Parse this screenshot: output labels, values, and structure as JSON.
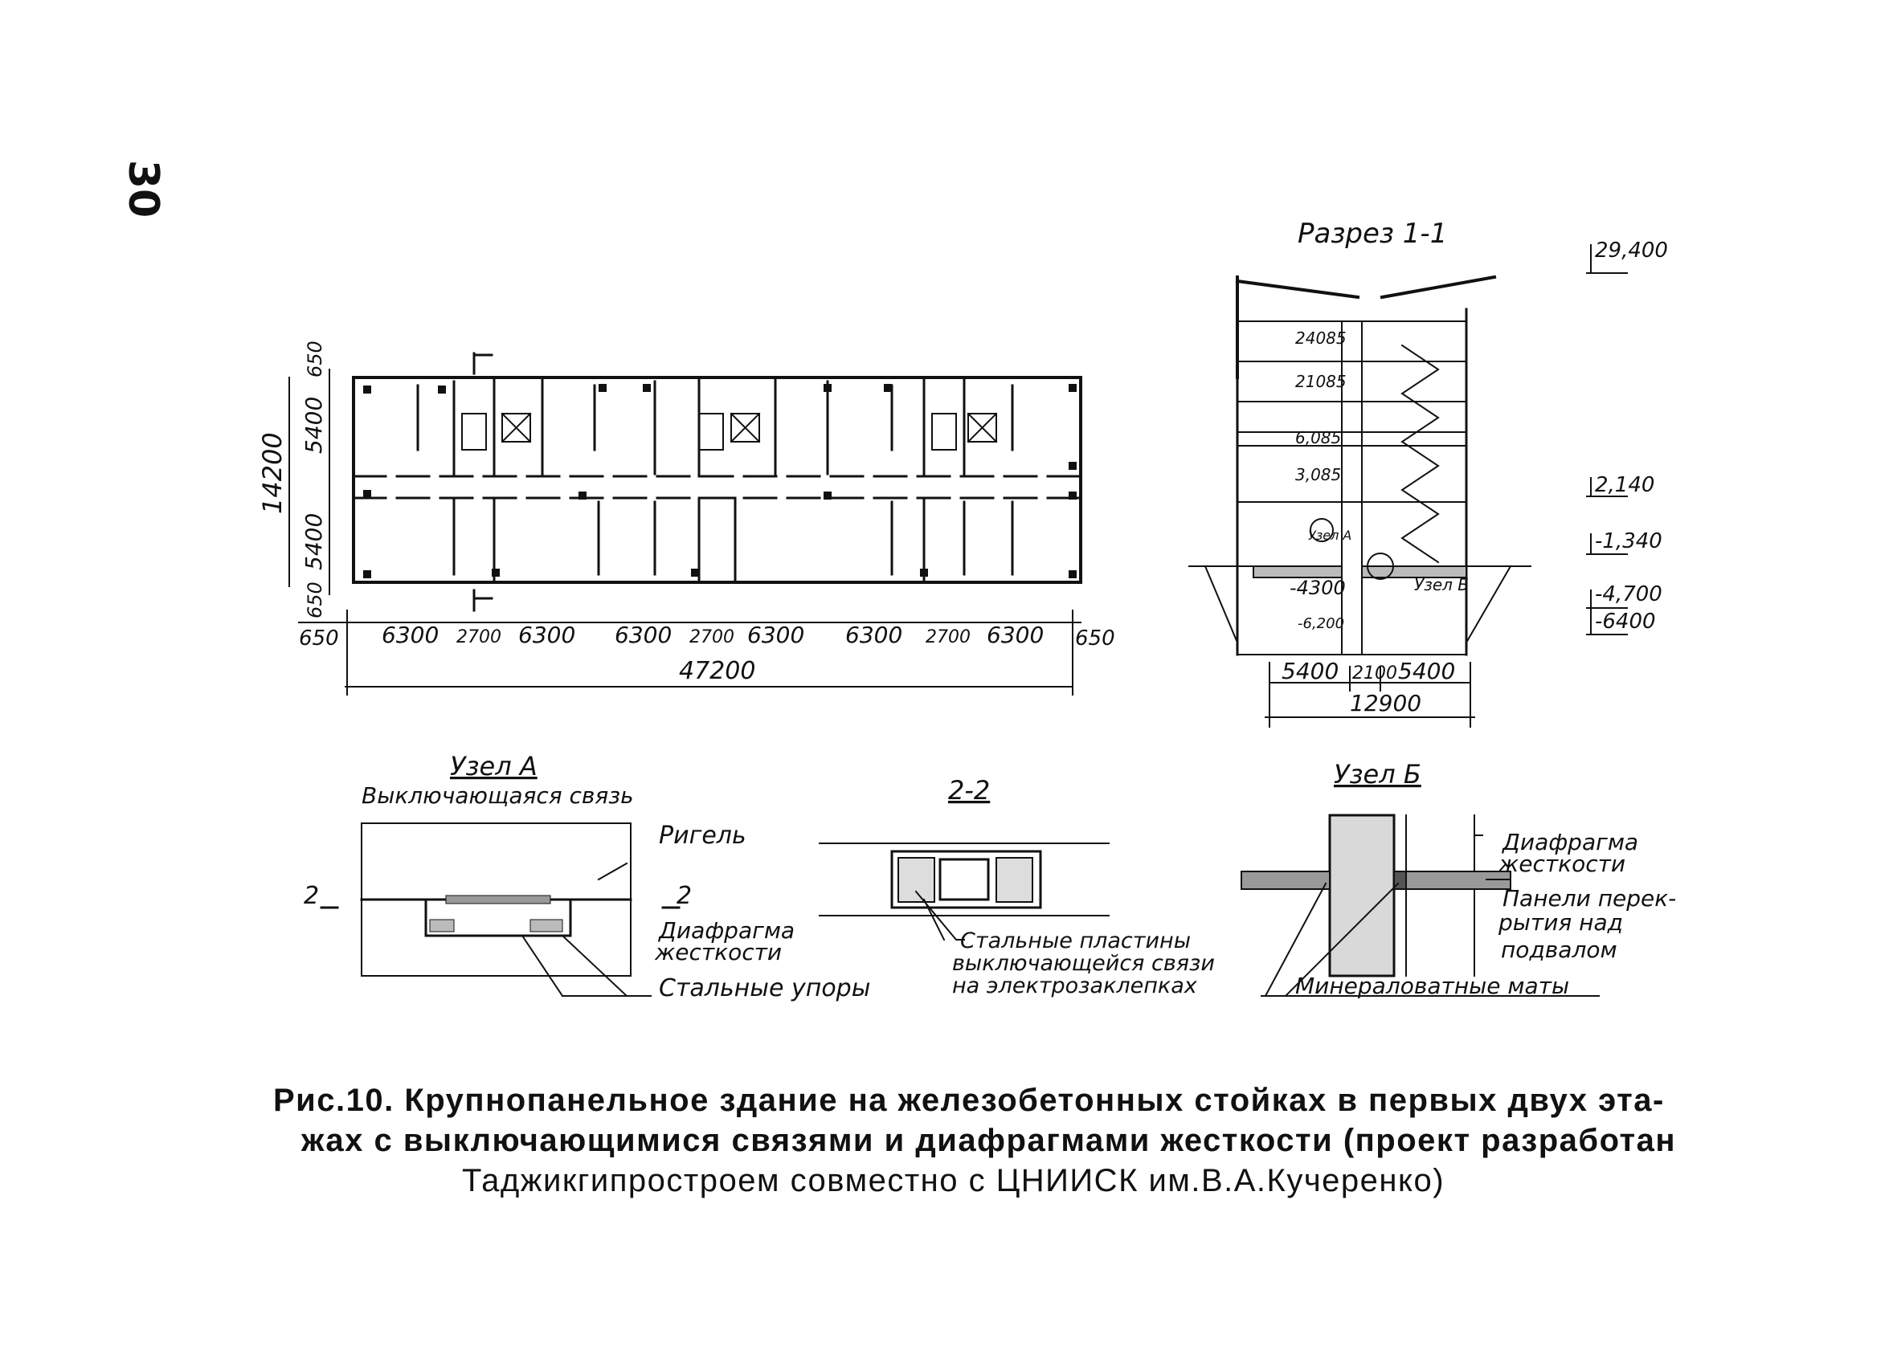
{
  "page": {
    "number": "30"
  },
  "plan": {
    "dim_total_width": "47200",
    "dim_segments": [
      "650",
      "6300",
      "2700",
      "6300",
      "6300",
      "2700",
      "6300",
      "6300",
      "2700",
      "6300",
      "650"
    ],
    "dim_total_depth": "14200",
    "dim_depth_segments": [
      "650",
      "5400",
      "5400",
      "650"
    ]
  },
  "section": {
    "title": "Разрез 1-1",
    "levels": [
      "29,400",
      "2,140",
      "-1,340",
      "-4,700",
      "-6400"
    ],
    "floor_marks": [
      "24085",
      "21085",
      "6,085",
      "3,085",
      "-4300",
      "-6,200"
    ],
    "node_labels": [
      "Узел А",
      "Узел Б"
    ],
    "dim_segments": [
      "5400",
      "2100",
      "5400"
    ],
    "dim_total": "12900"
  },
  "node_a": {
    "title": "Узел А",
    "subtitle": "Выключающаяся связь",
    "labels": [
      "Ригель",
      "Диафрагма",
      "жесткости",
      "Стальные упоры"
    ],
    "cut": "2"
  },
  "cut_2_2": {
    "title": "2-2",
    "labels": [
      "Стальные пластины",
      "выключающейся связи",
      "на электрозаклепках"
    ]
  },
  "node_b": {
    "title": "Узел Б",
    "labels": [
      "Диафрагма",
      "жесткости",
      "Панели перек-",
      "рытия над",
      "подвалом",
      "Минераловатные маты"
    ]
  },
  "caption": {
    "fig": "Рис.10.",
    "line1": "Крупнопанельное здание на железобетонных стойках в первых двух эта-",
    "line2": "жах с выключающимися связями и диафрагмами жесткости (проект разработан",
    "line3": "Таджикгипростроем совместно с ЦНИИСК им.В.А.Кучеренко)"
  }
}
